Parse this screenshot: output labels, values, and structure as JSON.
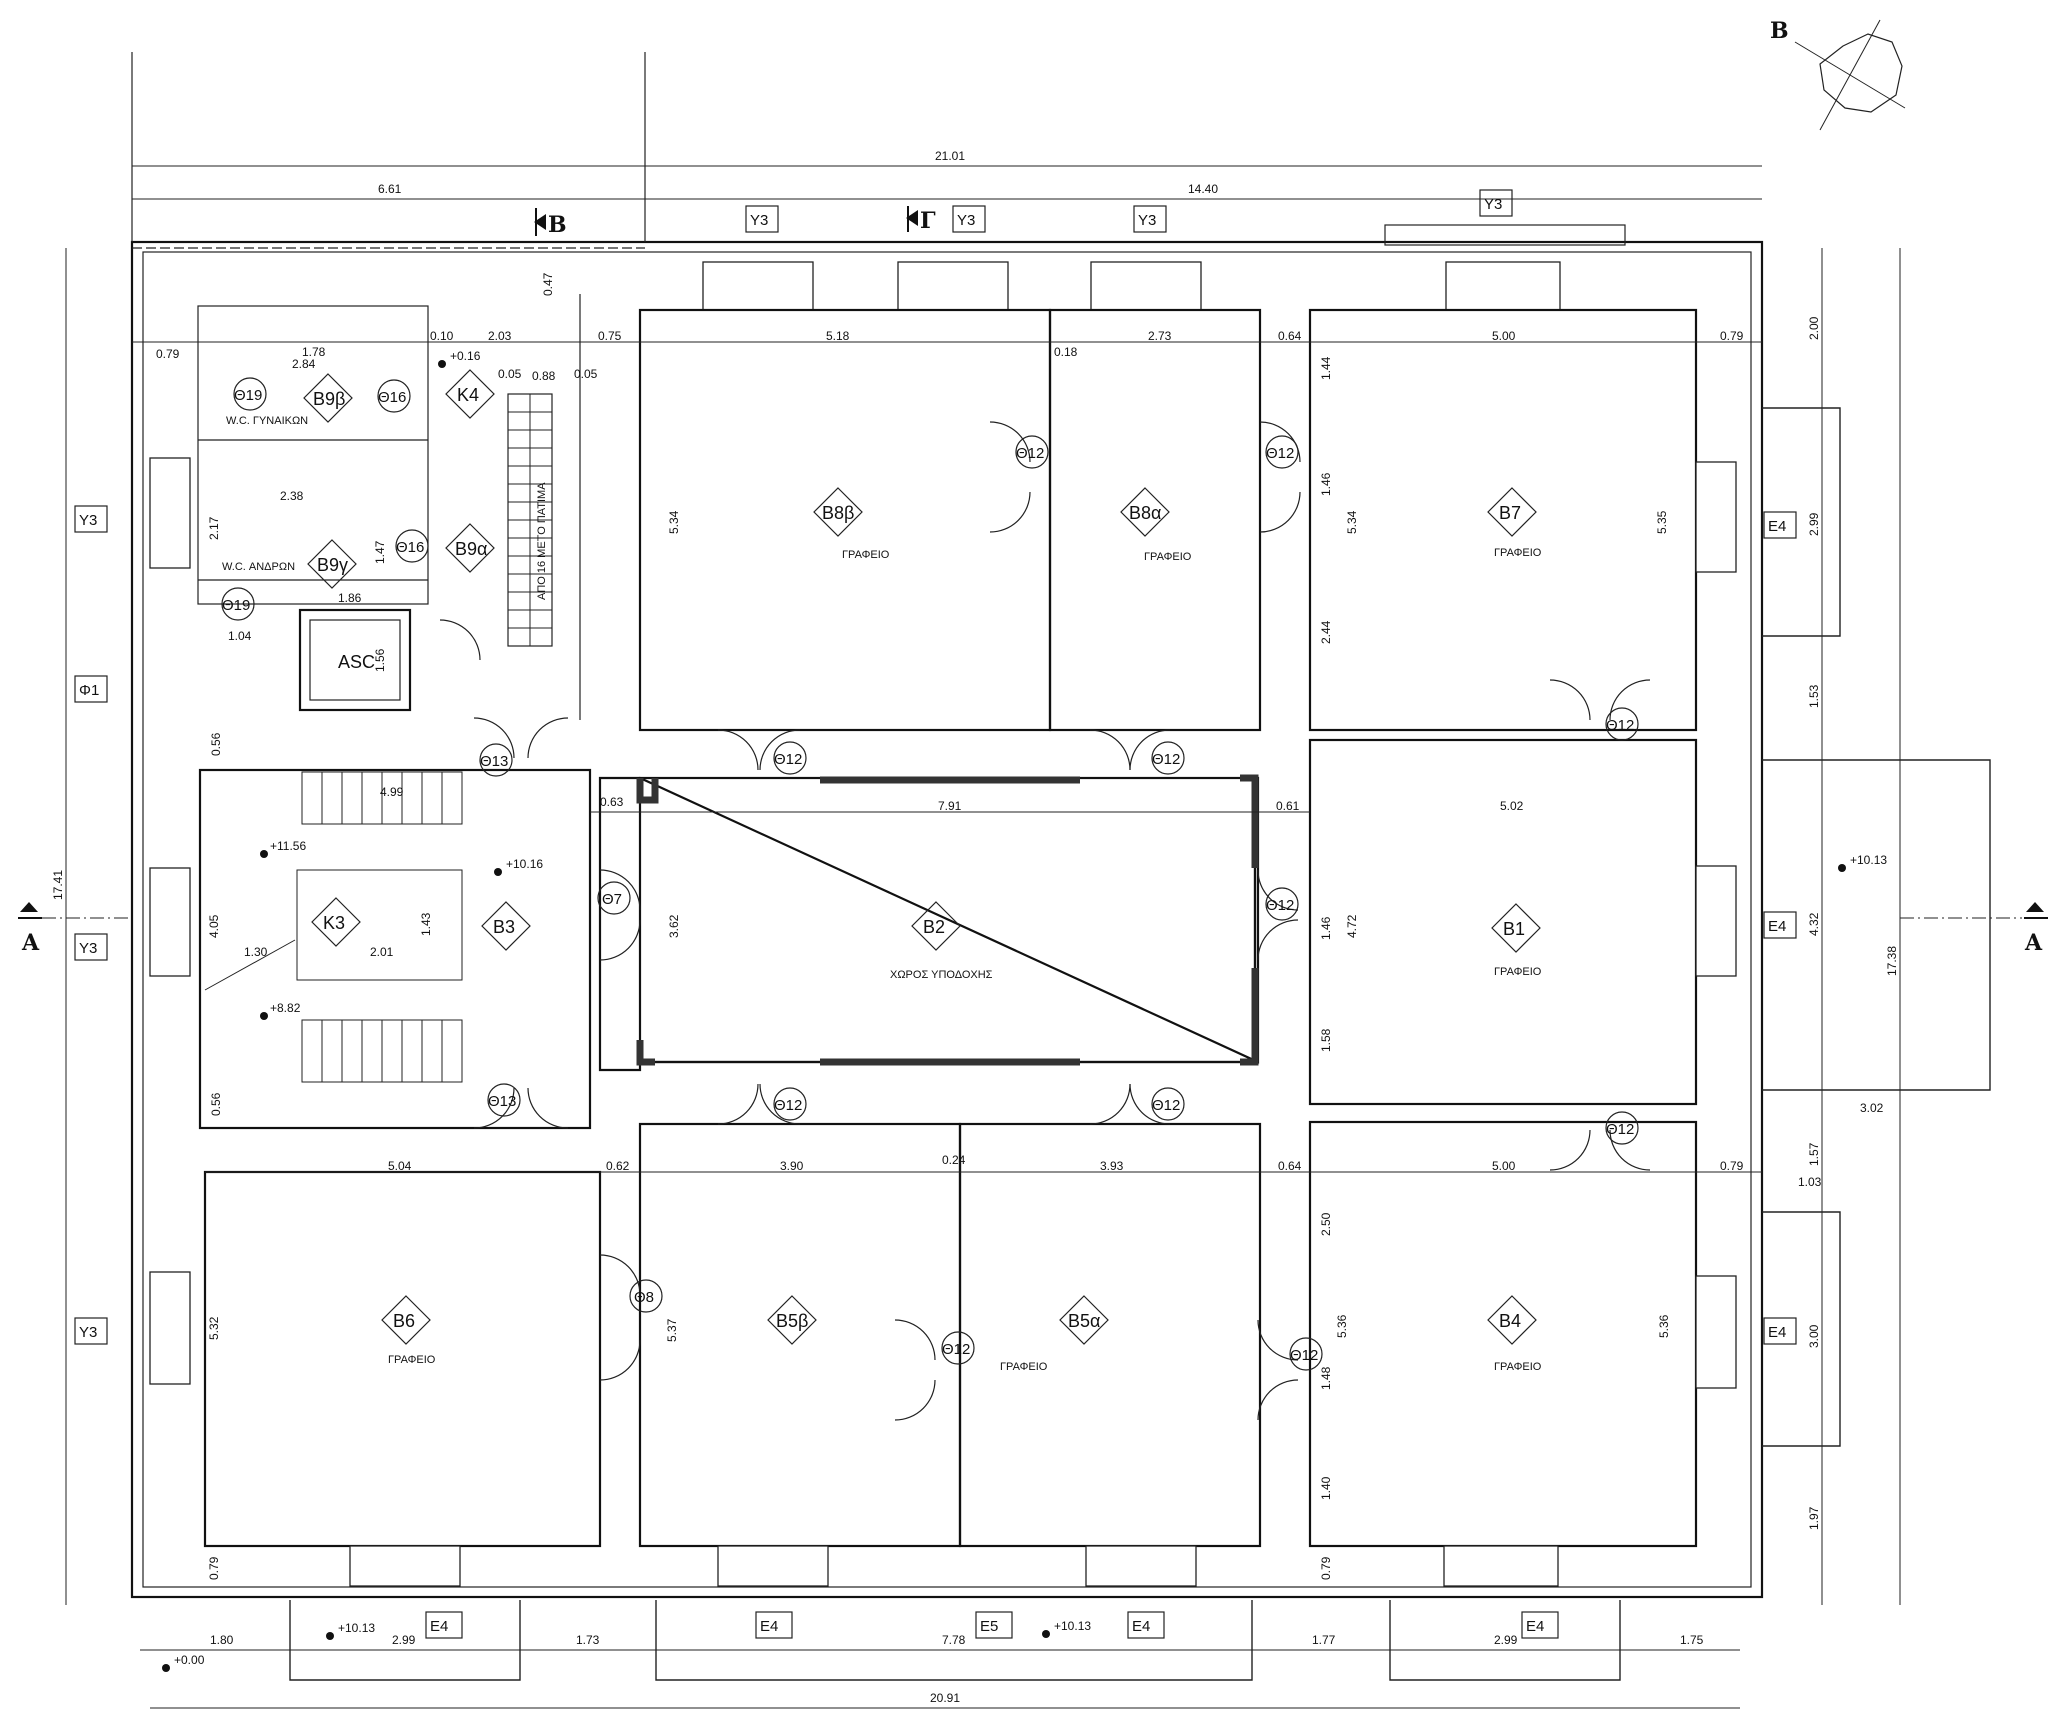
{
  "north_marker": "B",
  "sections": {
    "a_left": "A",
    "a_right": "A",
    "b_top": "B",
    "g_top": "Γ"
  },
  "rooms": [
    {
      "id": "B1",
      "use": "ΓΡΑΦΕΙΟ"
    },
    {
      "id": "B2",
      "use": "ΧΩΡΟΣ ΥΠΟΔΟΧΗΣ"
    },
    {
      "id": "B3",
      "use": ""
    },
    {
      "id": "B4",
      "use": "ΓΡΑΦΕΙΟ"
    },
    {
      "id": "B5β",
      "use": ""
    },
    {
      "id": "B5α",
      "use": "ΓΡΑΦΕΙΟ"
    },
    {
      "id": "B6",
      "use": "ΓΡΑΦΕΙΟ"
    },
    {
      "id": "B7",
      "use": "ΓΡΑΦΕΙΟ"
    },
    {
      "id": "B8β",
      "use": "ΓΡΑΦΕΙΟ"
    },
    {
      "id": "B8α",
      "use": "ΓΡΑΦΕΙΟ"
    },
    {
      "id": "B9β",
      "use": "W.C. ΓΥΝΑΙΚΩΝ"
    },
    {
      "id": "B9γ",
      "use": "W.C. ΑΝΔΡΩΝ"
    },
    {
      "id": "B9α",
      "use": ""
    },
    {
      "id": "K3",
      "use": ""
    },
    {
      "id": "K4",
      "use": ""
    }
  ],
  "lift_label": "ASC",
  "stair_note": "ΑΠΟ 16 ΜΕΤΟ ΠΑΤΙΜΑ",
  "doors": [
    "Θ12",
    "Θ13",
    "Θ16",
    "Θ19",
    "Θ7",
    "Θ8"
  ],
  "windows": [
    "Y3",
    "E4",
    "E5",
    "Φ1"
  ],
  "levels": [
    "+0.16",
    "+10.16",
    "+11.56",
    "+8.82",
    "+10.13",
    "+0.00"
  ],
  "dims": {
    "top_total": "21.01",
    "top_left": "6.61",
    "top_right": "14.40",
    "bottom_total": "20.91",
    "bottom_segments": [
      "1.80",
      "2.99",
      "1.73",
      "7.78",
      "1.77",
      "2.99",
      "1.75"
    ],
    "left_total": "17.41",
    "right_total": "17.38",
    "right_segments": [
      "2.00",
      "2.99",
      "1.53",
      "4.32",
      "1.57",
      "3.00",
      "1.97"
    ],
    "row1": [
      "0.79",
      "0.75",
      "5.18",
      "0.18",
      "2.73",
      "0.64",
      "5.00",
      "0.79"
    ],
    "row2": [
      "0.63",
      "7.91",
      "0.61",
      "5.02"
    ],
    "row3": [
      "5.04",
      "0.62",
      "3.90",
      "0.24",
      "3.93",
      "0.64",
      "5.00",
      "0.79"
    ],
    "misc": [
      "2.03",
      "0.10",
      "2.84",
      "1.78",
      "2.38",
      "1.04",
      "1.86",
      "4.99",
      "2.01",
      "1.30",
      "3.02",
      "1.03",
      "0.56",
      "0.47",
      "0.05",
      "0.88"
    ],
    "vertical": [
      "5.34",
      "5.34",
      "5.35",
      "5.37",
      "5.32",
      "5.36",
      "5.36",
      "3.62",
      "4.72",
      "4.05",
      "1.44",
      "1.46",
      "2.44",
      "1.46",
      "1.58",
      "2.50",
      "1.48",
      "1.40",
      "0.79",
      "0.79",
      "1.43",
      "1.56",
      "2.17",
      "1.47"
    ]
  }
}
